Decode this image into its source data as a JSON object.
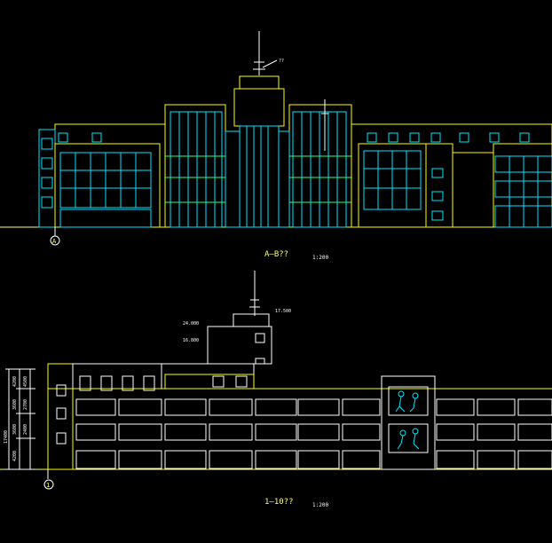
{
  "colors": {
    "background": "#000000",
    "outline": "#ffff00",
    "window": "#00e5ff",
    "white": "#ffffff",
    "green": "#33ff66"
  },
  "elevation_1": {
    "title": "A—B??",
    "scale": "1:200",
    "axis_label": "A",
    "roof_label": "??"
  },
  "elevation_2": {
    "title": "1—10??",
    "scale": "1:200",
    "axis_label": "1",
    "levels": [
      "24.000",
      "16.800",
      "17.500"
    ],
    "dims": [
      "4200",
      "3600",
      "3600",
      "4200",
      "4500",
      "2700",
      "2400",
      "17400"
    ]
  },
  "icons": [
    "figure-panel-icon"
  ]
}
